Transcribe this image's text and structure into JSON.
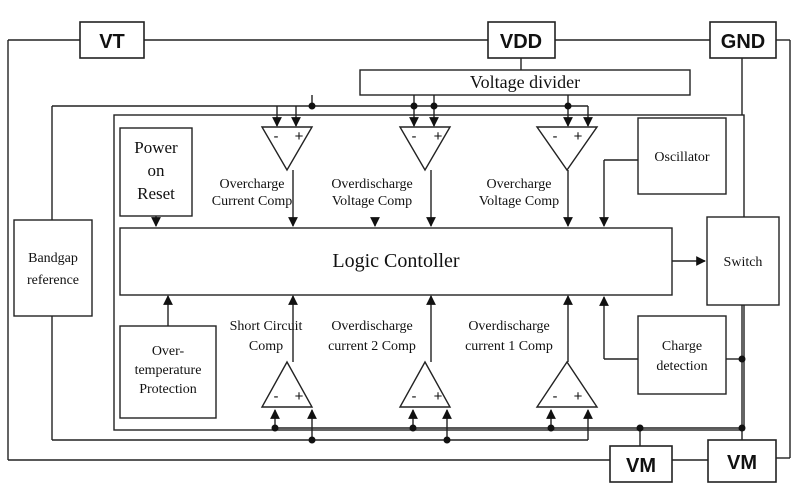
{
  "pins": {
    "vt": "VT",
    "vdd": "VDD",
    "gnd": "GND",
    "vm_left": "VM",
    "vm_right": "VM"
  },
  "blocks": {
    "voltage_divider": "Voltage divider",
    "power_on_reset": [
      "Power",
      "on",
      "Reset"
    ],
    "oscillator": "Oscillator",
    "bandgap": [
      "Bandgap",
      "reference"
    ],
    "logic": "Logic Contoller",
    "switch": "Switch",
    "charge_detection": [
      "Charge",
      "detection"
    ],
    "over_temp": [
      "Over-",
      "temperature",
      "Protection"
    ]
  },
  "comparators": {
    "top": [
      [
        "Overcharge",
        "Current Comp"
      ],
      [
        "Overdischarge",
        "Voltage Comp"
      ],
      [
        "Overcharge",
        "Voltage Comp"
      ]
    ],
    "bottom": [
      [
        "Short Circuit",
        "Comp"
      ],
      [
        "Overdischarge",
        "current 2 Comp"
      ],
      [
        "Overdischarge",
        "current 1 Comp"
      ]
    ],
    "minus": "-",
    "plus": "+"
  }
}
